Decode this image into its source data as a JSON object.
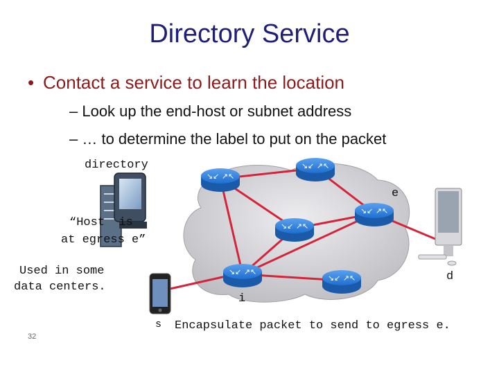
{
  "slide": {
    "title": "Directory Service",
    "bullet": "Contact a service to learn the location",
    "sub_bullets": [
      "– Look up the end-host or subnet address",
      "– … to determine the label to put on the packet"
    ],
    "page_number": "32"
  },
  "diagram": {
    "directory_label": "directory",
    "host_quote_line1": "“Host  is",
    "host_quote_line2": "at egress e”",
    "note_line1": "Used in some",
    "note_line2": "data centers.",
    "egress_label": "e",
    "dest_label": "d",
    "ingress_label": "i",
    "source_label": "s",
    "caption": "Encapsulate packet to send to egress e.",
    "link_color": "#d4243a",
    "router_color": "#1f6fd0",
    "cloud_color": "#c8c8cc"
  }
}
